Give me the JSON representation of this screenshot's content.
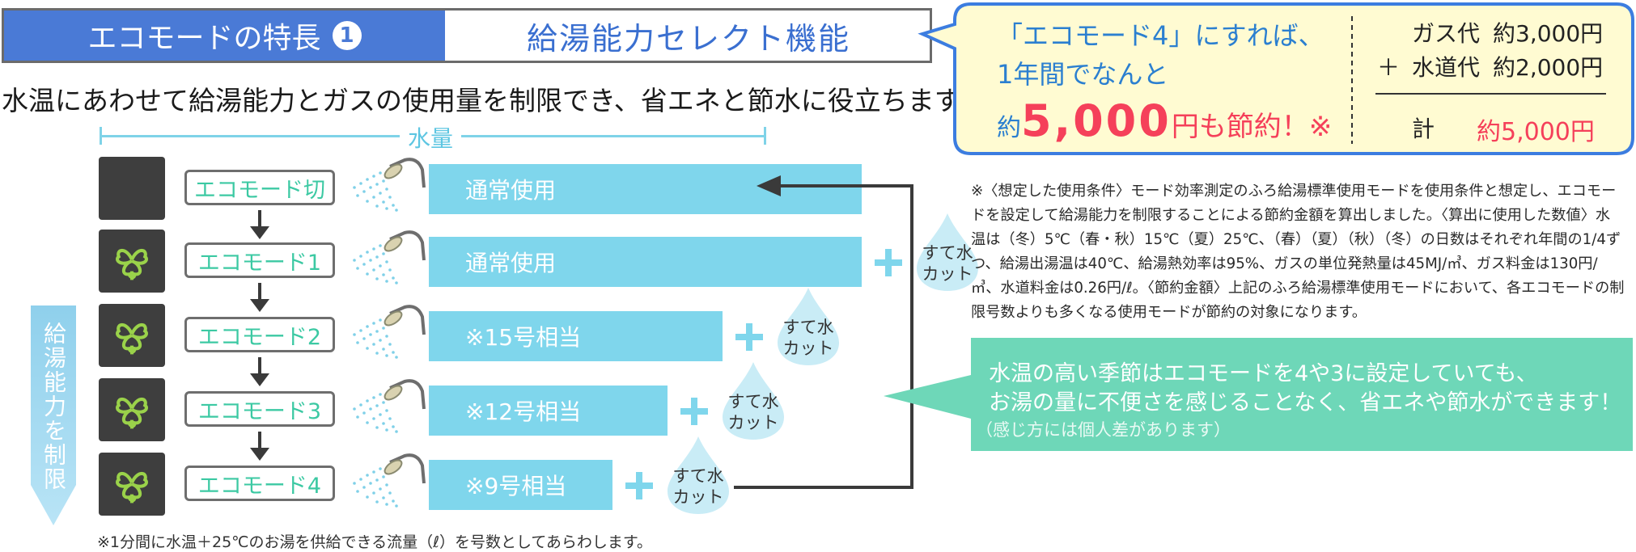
{
  "header": {
    "title": "エコモードの特長",
    "number": "1",
    "subtitle": "給湯能力セレクト機能"
  },
  "intro": "水温にあわせて給湯能力とガスの使用量を制限でき、省エネと節水に役立ちます。",
  "ruler_label": "水量",
  "vertical_label": "給湯能力を制限",
  "drop_label": "すて水\nカット",
  "colors": {
    "header_blue": "#4a7ad6",
    "bar_cyan": "#7fd6ec",
    "mode_green": "#3cc9a3",
    "saving_red": "#f5405a",
    "callout_bg": "#fffbd2",
    "green_box": "#6ed7b8"
  },
  "modes": [
    {
      "label": "エコモード切",
      "bar": "通常使用",
      "icon": "blank-icon",
      "drop": false
    },
    {
      "label": "エコモード1",
      "bar": "通常使用",
      "icon": "clover-icon",
      "drop": true
    },
    {
      "label": "エコモード2",
      "bar": "※15号相当",
      "icon": "clover-icon",
      "drop": true
    },
    {
      "label": "エコモード3",
      "bar": "※12号相当",
      "icon": "clover-icon",
      "drop": true
    },
    {
      "label": "エコモード4",
      "bar": "※9号相当",
      "icon": "clover-icon",
      "drop": true
    }
  ],
  "footnote": "※1分間に水温＋25℃のお湯を供給できる流量（ℓ）を号数としてあらわします。",
  "callout": {
    "line1": "「エコモード4」にすれば、",
    "line2": "1年間でなんと",
    "save_prefix": "約",
    "save_amount": "5,000",
    "save_suffix": "円も節約！※",
    "gas_label": "ガス代",
    "gas_value": "約3,000円",
    "plus": "＋",
    "water_label": "水道代",
    "water_value": "約2,000円",
    "total_label": "計",
    "total_value": "約5,000円"
  },
  "note": "※〈想定した使用条件〉モード効率測定のふろ給湯標準使用モードを使用条件と想定し、エコモードを設定して給湯能力を制限することによる節約金額を算出しました。〈算出に使用した数値〉水温は（冬）5℃（春・秋）15℃（夏）25℃、（春）（夏）（秋）（冬）の日数はそれぞれ年間の1/4ずつ、給湯出湯温は40℃、給湯熱効率は95%、ガスの単位発熱量は45MJ/㎥、ガス料金は130円/㎥、水道料金は0.26円/ℓ。〈節約金額〉上記のふろ給湯標準使用モードにおいて、各エコモードの制限号数よりも多くなる使用モードが節約の対象になります。",
  "green": {
    "line1": "水温の高い季節はエコモードを4や3に設定していても、",
    "line2": "お湯の量に不便さを感じることなく、省エネや節水ができます！",
    "line3": "（感じ方には個人差があります）"
  }
}
